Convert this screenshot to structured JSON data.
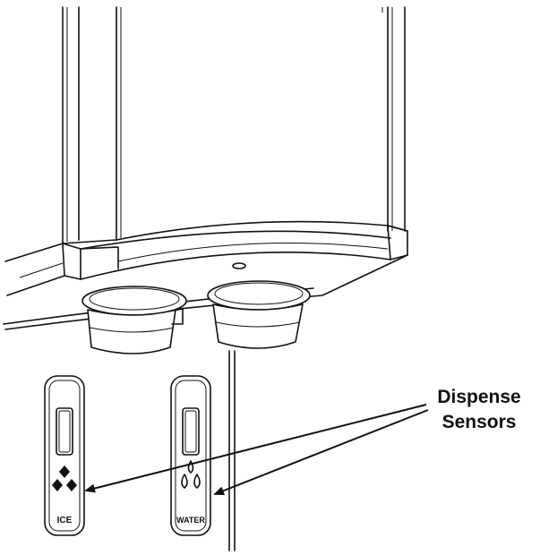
{
  "callout": {
    "line1": "Dispense",
    "line2": "Sensors"
  },
  "sensors": {
    "ice_label": "ICE",
    "water_label": "WATER"
  },
  "colors": {
    "line": "#111111",
    "background": "#ffffff"
  }
}
